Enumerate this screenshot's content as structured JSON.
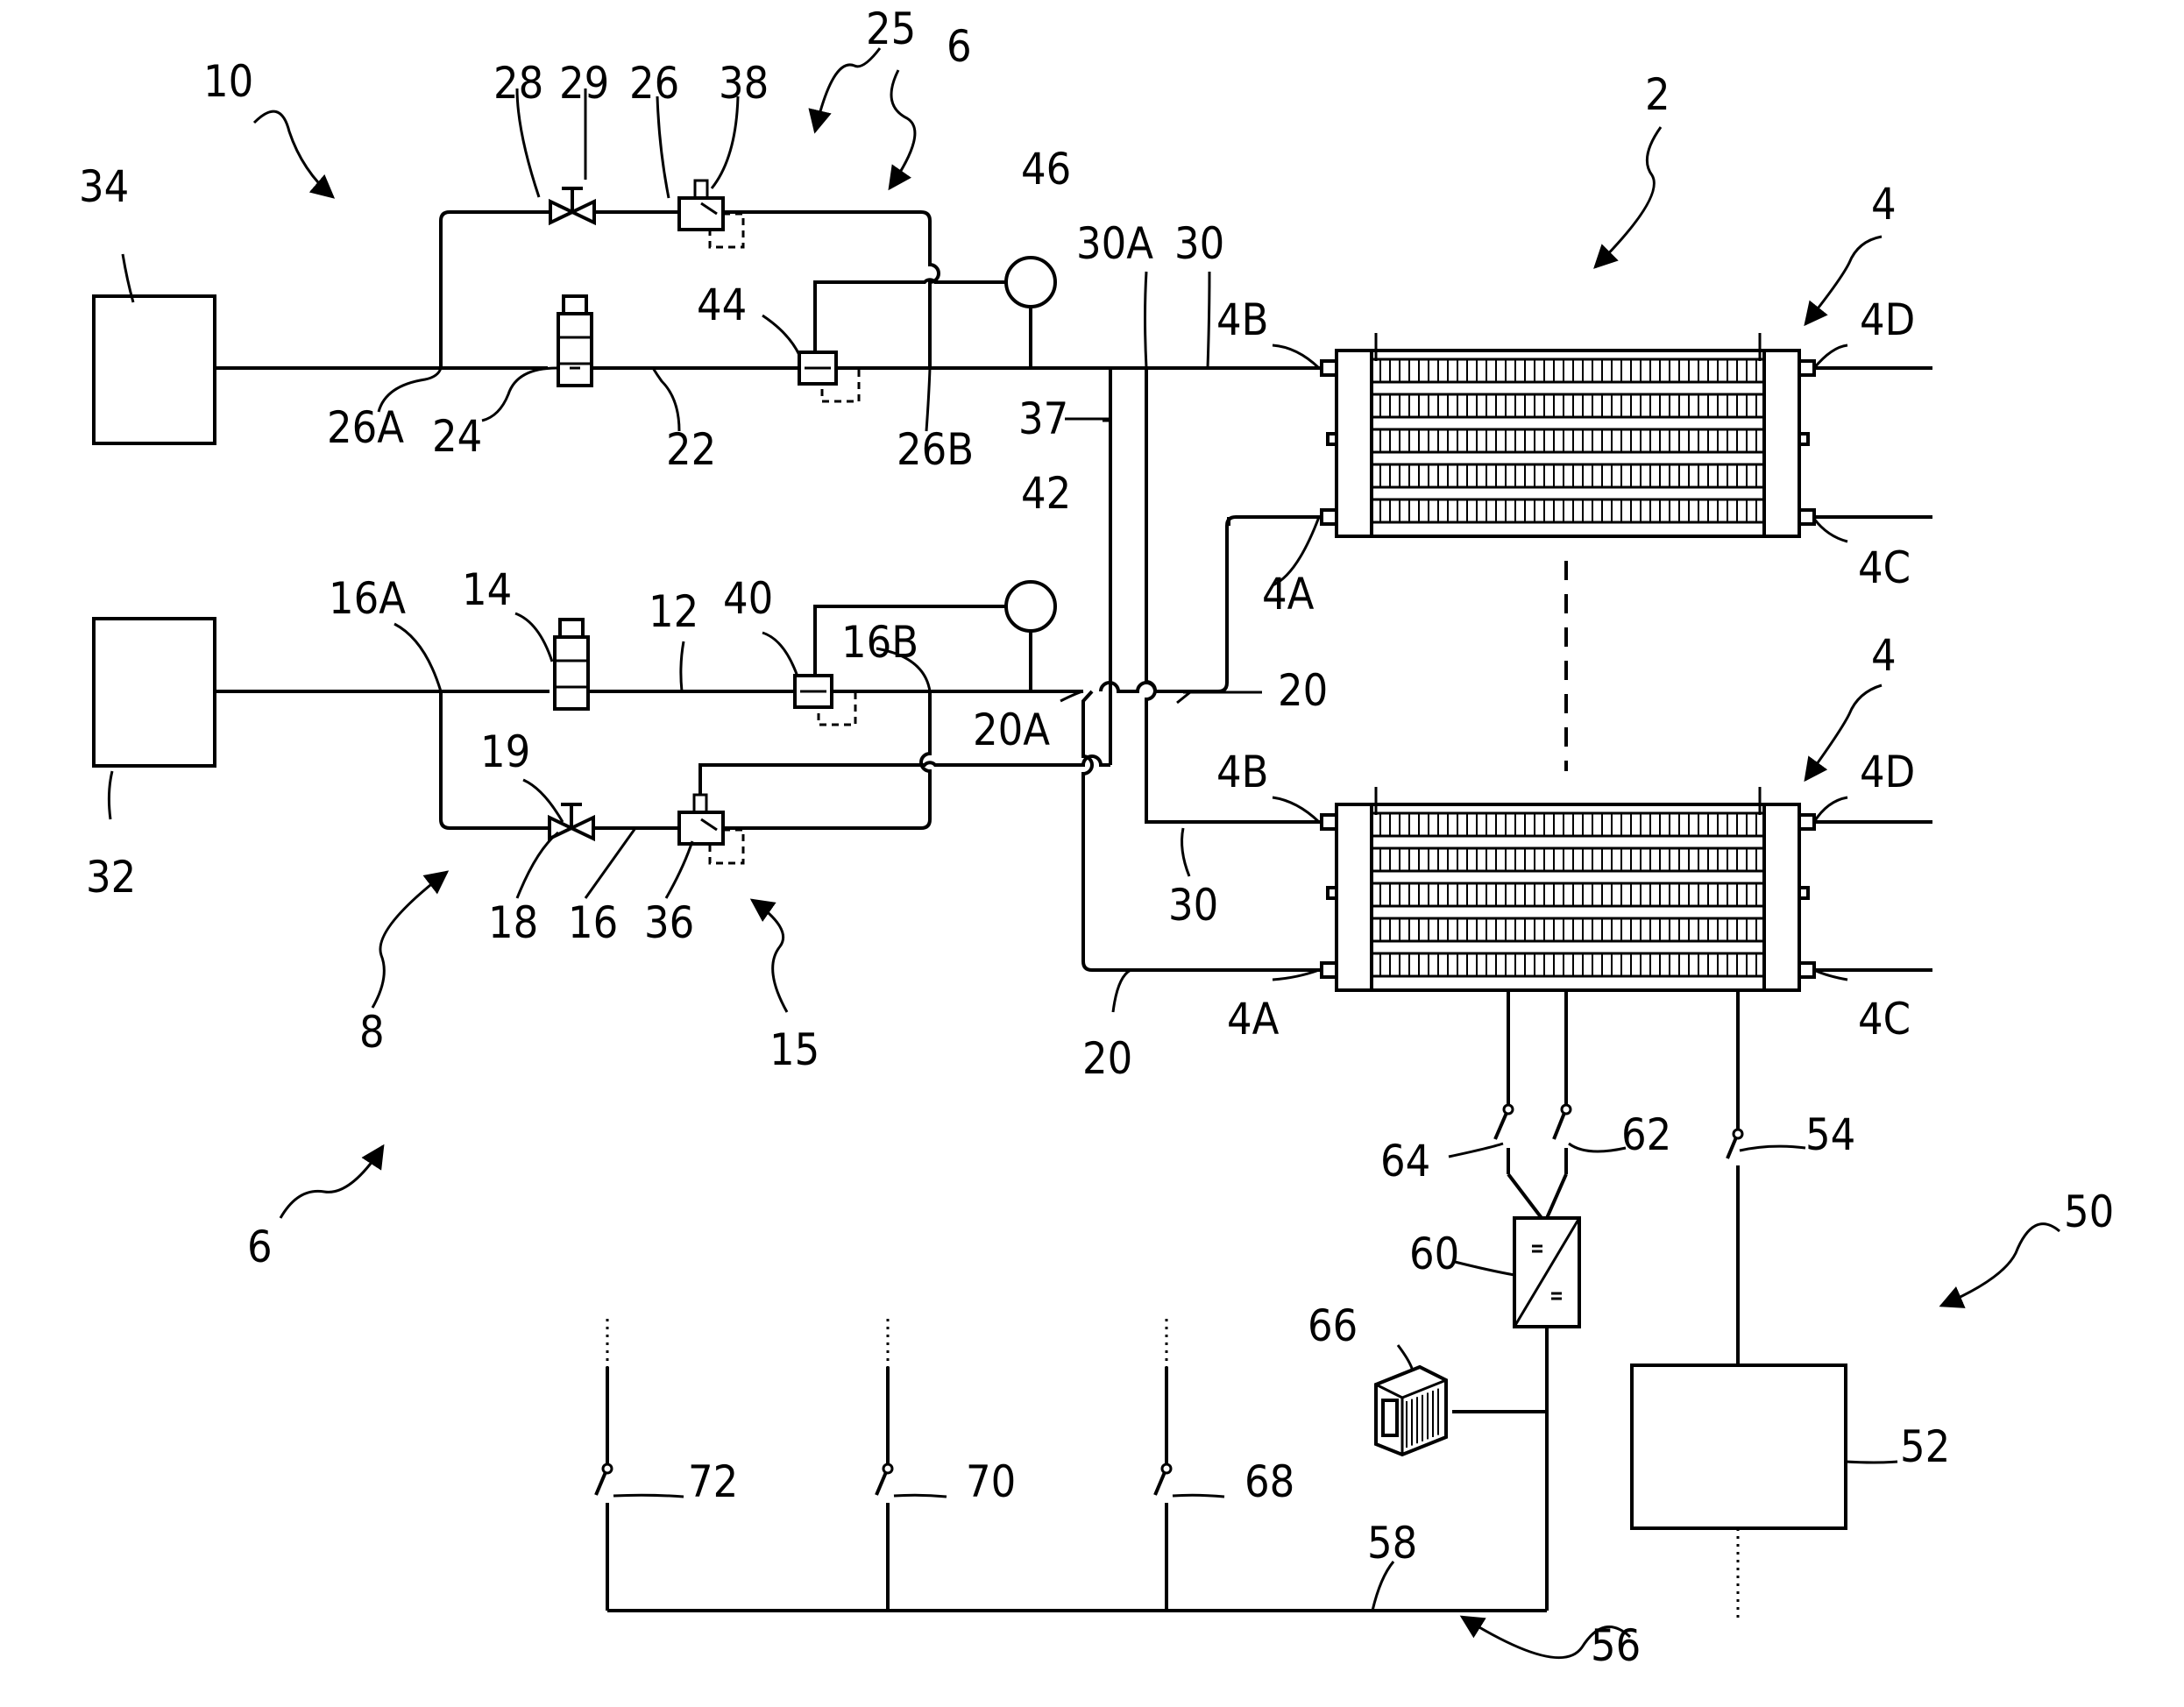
{
  "labels": {
    "n2": "2",
    "n4_top": "4",
    "n4_bot": "4",
    "n4A_top": "4A",
    "n4B_top": "4B",
    "n4C_top": "4C",
    "n4D_top": "4D",
    "n4A_bot": "4A",
    "n4B_bot": "4B",
    "n4C_bot": "4C",
    "n4D_bot": "4D",
    "n6_top": "6",
    "n6_bot": "6",
    "n8": "8",
    "n10": "10",
    "n12": "12",
    "n14": "14",
    "n15": "15",
    "n16": "16",
    "n16A": "16A",
    "n16B": "16B",
    "n18": "18",
    "n19": "19",
    "n20_top": "20",
    "n20_bot": "20",
    "n20A": "20A",
    "n22": "22",
    "n24": "24",
    "n25": "25",
    "n26": "26",
    "n26A": "26A",
    "n26B": "26B",
    "n28": "28",
    "n29": "29",
    "n30_top": "30",
    "n30_bot": "30",
    "n30A": "30A",
    "n32": "32",
    "n34": "34",
    "n36": "36",
    "n37": "37",
    "n38": "38",
    "n40": "40",
    "n42": "42",
    "n44": "44",
    "n46": "46",
    "n50": "50",
    "n52": "52",
    "n54": "54",
    "n56": "56",
    "n58": "58",
    "n60": "60",
    "n62": "62",
    "n64": "64",
    "n66": "66",
    "n68": "68",
    "n70": "70",
    "n72": "72"
  }
}
